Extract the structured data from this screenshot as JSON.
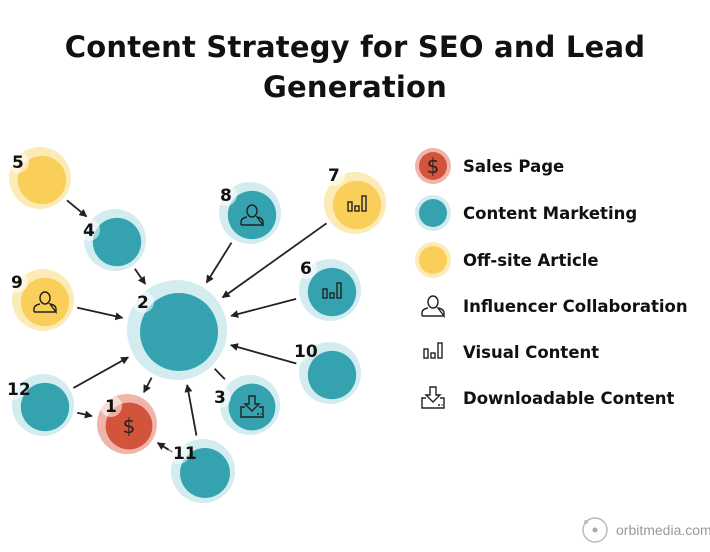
{
  "title": {
    "line1": "Content Strategy for SEO and Lead",
    "line2": "Generation"
  },
  "colors": {
    "sales": "#d4533b",
    "sales_halo": "#f0b5aa",
    "content": "#35a2b0",
    "content_halo": "#d3ecf0",
    "offsite": "#f9cf5a",
    "offsite_halo": "#fcebb6",
    "arrow": "#222222"
  },
  "nodes": [
    {
      "id": "1",
      "label": "1",
      "type": "sales",
      "icon": "dollar-icon"
    },
    {
      "id": "2",
      "label": "2",
      "type": "content",
      "icon": ""
    },
    {
      "id": "3",
      "label": "3",
      "type": "content",
      "icon": "download-icon"
    },
    {
      "id": "4",
      "label": "4",
      "type": "content",
      "icon": ""
    },
    {
      "id": "5",
      "label": "5",
      "type": "offsite",
      "icon": ""
    },
    {
      "id": "6",
      "label": "6",
      "type": "content",
      "icon": "bar-chart-icon"
    },
    {
      "id": "7",
      "label": "7",
      "type": "offsite",
      "icon": "bar-chart-icon"
    },
    {
      "id": "8",
      "label": "8",
      "type": "content",
      "icon": "person-icon"
    },
    {
      "id": "9",
      "label": "9",
      "type": "offsite",
      "icon": "person-icon"
    },
    {
      "id": "10",
      "label": "10",
      "type": "content",
      "icon": ""
    },
    {
      "id": "11",
      "label": "11",
      "type": "content",
      "icon": ""
    },
    {
      "id": "12",
      "label": "12",
      "type": "content",
      "icon": ""
    }
  ],
  "edges": [
    {
      "from": "5",
      "to": "4",
      "arrow": true
    },
    {
      "from": "4",
      "to": "2",
      "arrow": true
    },
    {
      "from": "8",
      "to": "2",
      "arrow": true
    },
    {
      "from": "7",
      "to": "2",
      "arrow": true
    },
    {
      "from": "6",
      "to": "2",
      "arrow": true
    },
    {
      "from": "10",
      "to": "2",
      "arrow": true
    },
    {
      "from": "9",
      "to": "2",
      "arrow": true
    },
    {
      "from": "12",
      "to": "2",
      "arrow": true
    },
    {
      "from": "11",
      "to": "2",
      "arrow": true
    },
    {
      "from": "2",
      "to": "1",
      "arrow": true
    },
    {
      "from": "12",
      "to": "1",
      "arrow": true
    },
    {
      "from": "11",
      "to": "1",
      "arrow": true
    },
    {
      "from": "2",
      "to": "3",
      "arrow": false
    }
  ],
  "legend": [
    {
      "label": "Sales Page",
      "swatch": "sales",
      "icon": "dollar-icon"
    },
    {
      "label": "Content Marketing",
      "swatch": "content",
      "icon": ""
    },
    {
      "label": "Off-site Article",
      "swatch": "offsite",
      "icon": ""
    },
    {
      "label": "Influencer Collaboration",
      "swatch": "",
      "icon": "person-icon"
    },
    {
      "label": "Visual Content",
      "swatch": "",
      "icon": "bar-chart-icon"
    },
    {
      "label": "Downloadable Content",
      "swatch": "",
      "icon": "download-icon"
    }
  ],
  "footer": {
    "brand": "orbitmedia.com"
  }
}
